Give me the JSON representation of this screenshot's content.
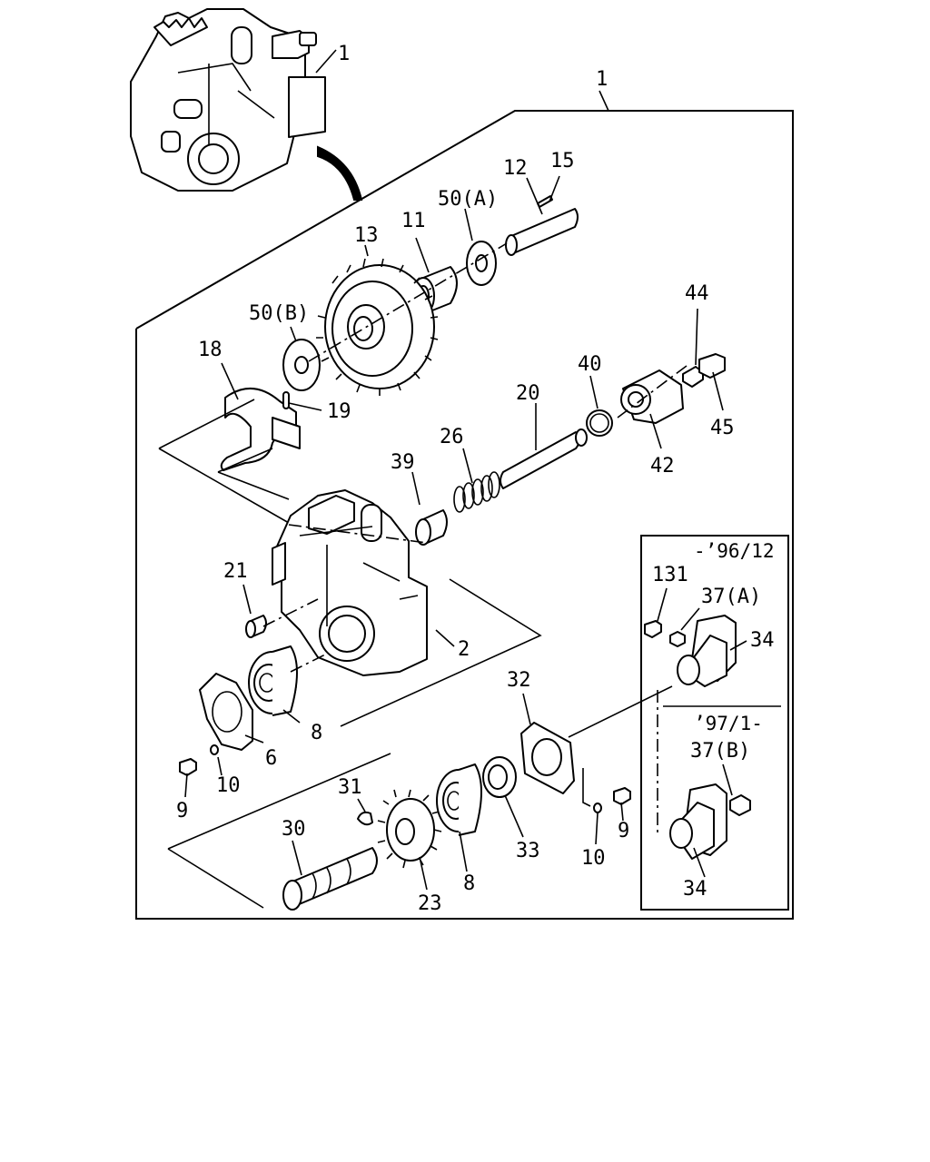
{
  "labels": {
    "p1_top": "1",
    "p1_frame": "1",
    "p12": "12",
    "p15": "15",
    "p50a": "50(A)",
    "p11": "11",
    "p13": "13",
    "p50b": "50(B)",
    "p18": "18",
    "p19": "19",
    "p44": "44",
    "p40": "40",
    "p20": "20",
    "p45": "45",
    "p42": "42",
    "p26": "26",
    "p39": "39",
    "p21": "21",
    "p2": "2",
    "p8_upper": "8",
    "p6": "6",
    "p10_left": "10",
    "p9_left": "9",
    "p32": "32",
    "p31": "31",
    "p30": "30",
    "p23": "23",
    "p8_lower": "8",
    "p33": "33",
    "p10_right": "10",
    "p9_right": "9",
    "p131": "131",
    "p37a": "37(A)",
    "p34_upper": "34",
    "p37b": "37(B)",
    "p34_lower": "34"
  },
  "variants": {
    "upper_note": "-’96/12",
    "lower_note": "’97/1-"
  }
}
